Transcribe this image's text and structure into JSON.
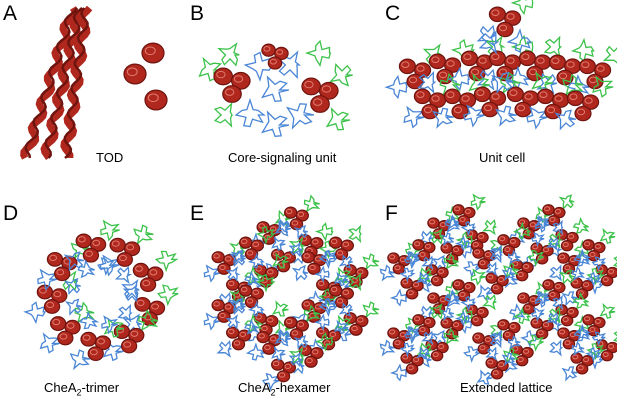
{
  "panels": [
    {
      "letter": "A",
      "caption": "TOD"
    },
    {
      "letter": "B",
      "caption": "Core-signaling unit"
    },
    {
      "letter": "C",
      "caption": "Unit cell"
    },
    {
      "letter": "D",
      "caption_main": "CheA",
      "caption_sub": "2",
      "caption_tail": "-trimer"
    },
    {
      "letter": "E",
      "caption_main": "CheA",
      "caption_sub": "2",
      "caption_tail": "-hexamer"
    },
    {
      "letter": "F",
      "caption": "Extended lattice"
    }
  ],
  "colors": {
    "receptor": "#b0271d",
    "receptor_dark": "#6e140f",
    "chea": "#4a86d6",
    "chew": "#3cc24a"
  }
}
